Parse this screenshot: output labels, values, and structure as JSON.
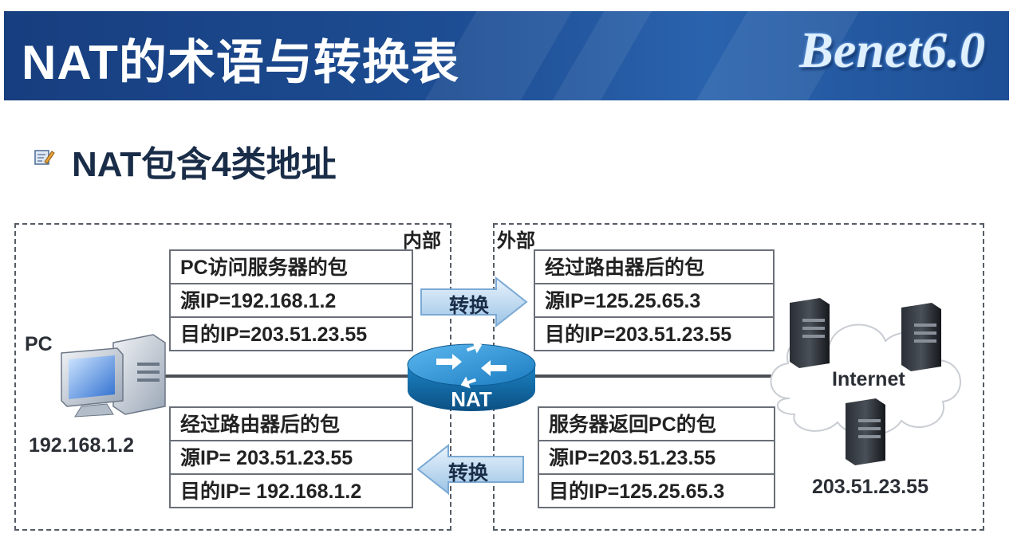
{
  "header": {
    "title": "NAT的术语与转换表",
    "logo": "Benet6.0"
  },
  "subtitle": "NAT包含4类地址",
  "zones": {
    "inside_label": "内部",
    "outside_label": "外部"
  },
  "pc": {
    "label": "PC",
    "ip": "192.168.1.2"
  },
  "router": {
    "label": "NAT"
  },
  "internet": {
    "label": "Internet",
    "server_ip": "203.51.23.55"
  },
  "arrows": {
    "forward_label": "转换",
    "return_label": "转换"
  },
  "packets": {
    "pc_to_server": {
      "title": "PC访问服务器的包",
      "src": "源IP=192.168.1.2",
      "dst": "目的IP=203.51.23.55"
    },
    "after_router_out": {
      "title": "经过路由器后的包",
      "src": "源IP=125.25.65.3",
      "dst": "目的IP=203.51.23.55"
    },
    "server_return": {
      "title": "服务器返回PC的包",
      "src": "源IP=203.51.23.55",
      "dst": "目的IP=125.25.65.3"
    },
    "after_router_in": {
      "title": "经过路由器后的包",
      "src": "源IP= 203.51.23.55",
      "dst": "目的IP= 192.168.1.2"
    }
  }
}
